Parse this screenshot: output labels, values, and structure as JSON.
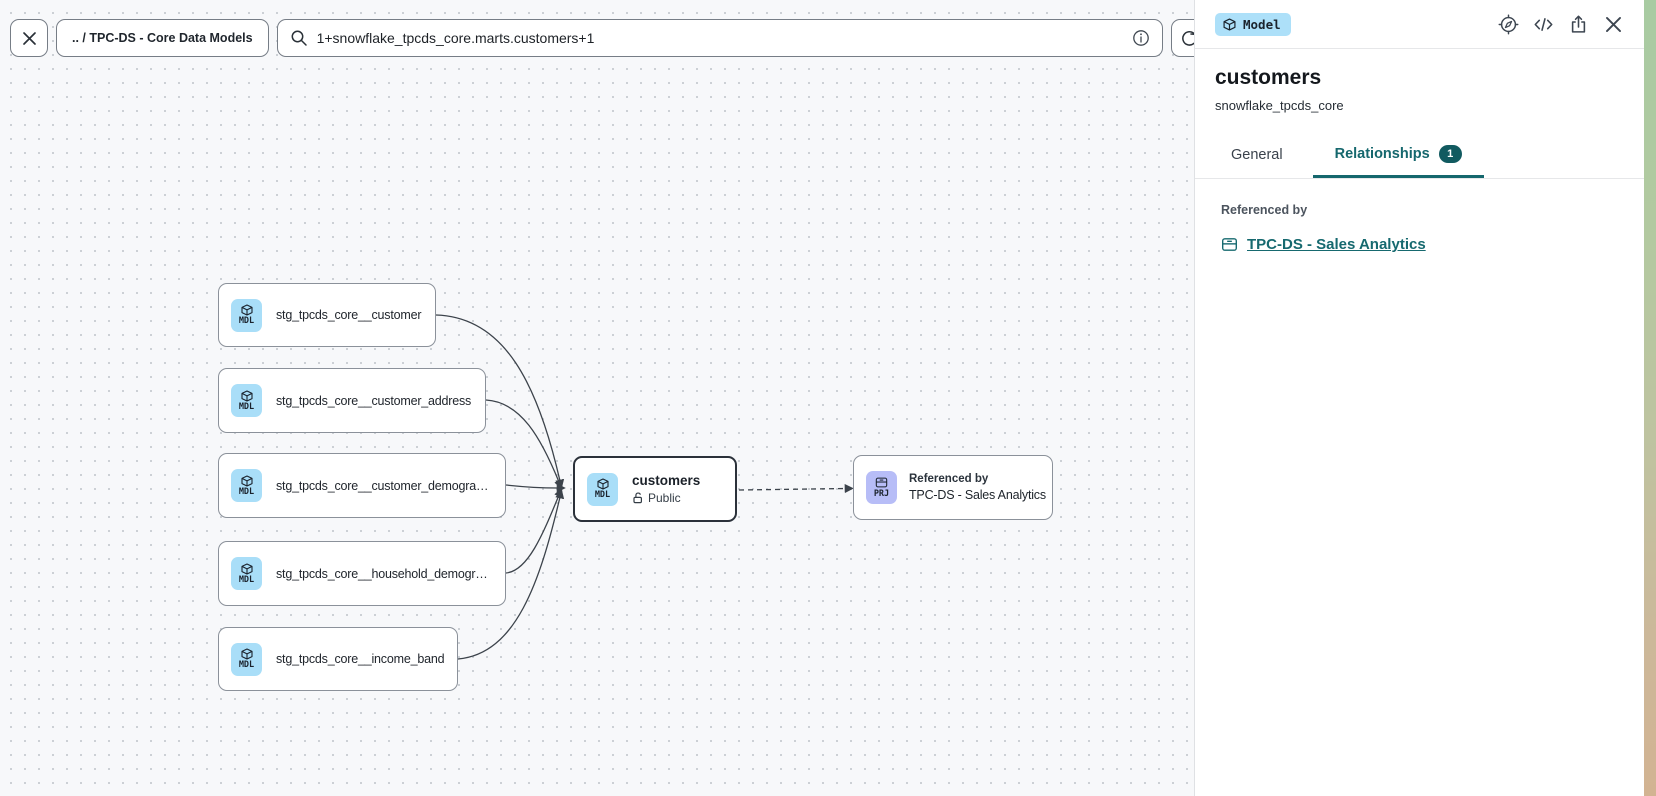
{
  "toolbar": {
    "breadcrumb": ".. / TPC-DS - Core Data Models",
    "search_value": "1+snowflake_tpcds_core.marts.customers+1"
  },
  "panel": {
    "type_badge_label": "Model",
    "title": "customers",
    "subtitle": "snowflake_tpcds_core",
    "tab_general": "General",
    "tab_relationships": "Relationships",
    "relationships_count": "1",
    "referenced_by_label": "Referenced by",
    "referenced_link": "TPC-DS - Sales Analytics"
  },
  "canvas": {
    "nodes": [
      {
        "badge": "MDL",
        "label": "stg_tpcds_core__customer"
      },
      {
        "badge": "MDL",
        "label": "stg_tpcds_core__customer_address"
      },
      {
        "badge": "MDL",
        "label": "stg_tpcds_core__customer_demogra…"
      },
      {
        "badge": "MDL",
        "label": "stg_tpcds_core__household_demogr…"
      },
      {
        "badge": "MDL",
        "label": "stg_tpcds_core__income_band"
      }
    ],
    "selected_node": {
      "badge": "MDL",
      "label": "customers",
      "visibility": "Public"
    },
    "referenced_node": {
      "badge": "PRJ",
      "title": "Referenced by",
      "label": "TPC-DS - Sales Analytics"
    }
  },
  "colors": {
    "accent_teal": "#15676d",
    "count_pill_bg": "#115a60",
    "model_badge_bg": "#ade0f9",
    "mdl_badge_bg": "#a9def8",
    "prj_badge_bg": "#b7bdf7",
    "edge": "#3c434b",
    "canvas_bg": "#f7f8fa"
  }
}
